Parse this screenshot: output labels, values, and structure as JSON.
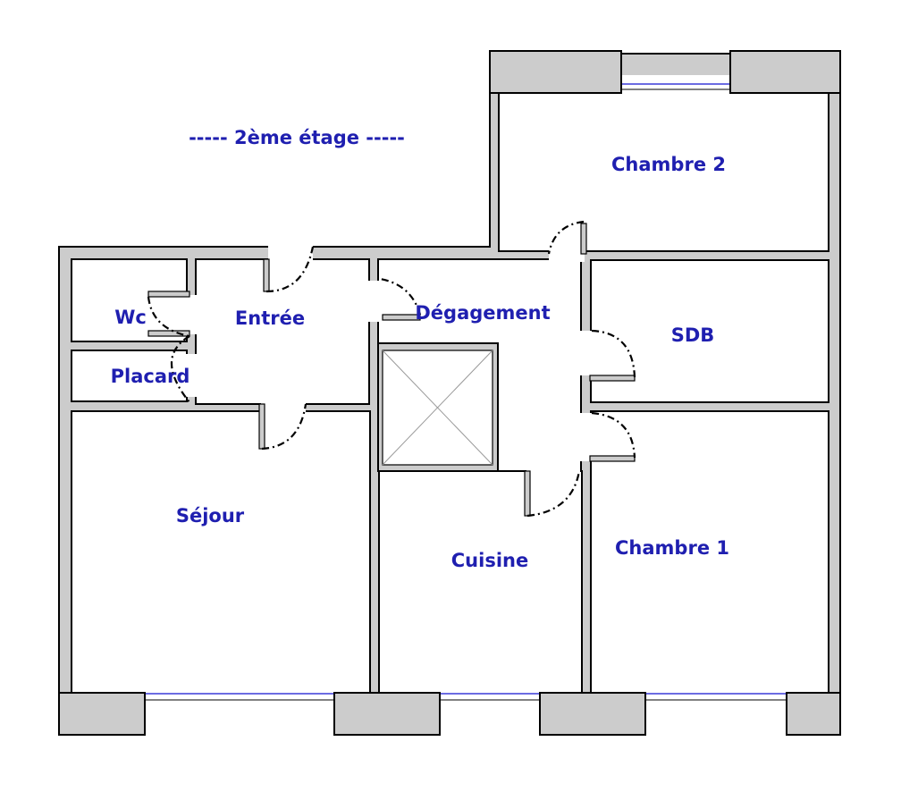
{
  "floor": {
    "title": "----- 2ème étage -----"
  },
  "rooms": {
    "chambre2": "Chambre 2",
    "wc": "Wc",
    "entree": "Entrée",
    "degagement": "Dégagement",
    "sdb": "SDB",
    "placard": "Placard",
    "sejour": "Séjour",
    "cuisine": "Cuisine",
    "chambre1": "Chambre 1"
  },
  "colors": {
    "wall": "#cccccc",
    "wall_outline": "#000000",
    "label": "#1f1fb0",
    "window": "#3c3cd8",
    "door_swing": "#000000"
  }
}
